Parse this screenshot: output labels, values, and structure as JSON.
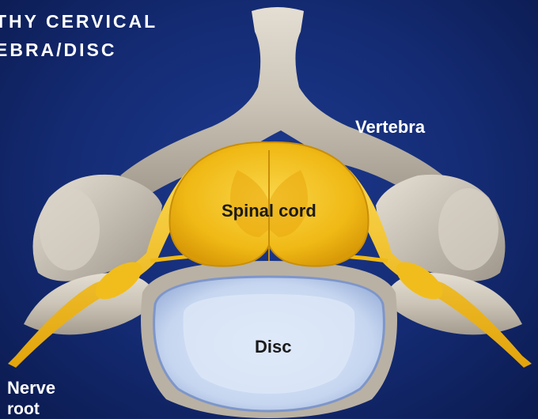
{
  "title": {
    "line1": "THY CERVICAL",
    "line2": "EBRA/DISC"
  },
  "labels": {
    "vertebra": "Vertebra",
    "spinal_cord": "Spinal cord",
    "disc": "Disc",
    "nerve_root_line1": "Nerve",
    "nerve_root_line2": "root"
  },
  "colors": {
    "background": "#142b73",
    "bone": "#cdc6ba",
    "spinal_cord": "#f2c21a",
    "disc": "#c9d9f2",
    "label_light": "#ffffff",
    "label_dark": "#1a1a1a"
  }
}
